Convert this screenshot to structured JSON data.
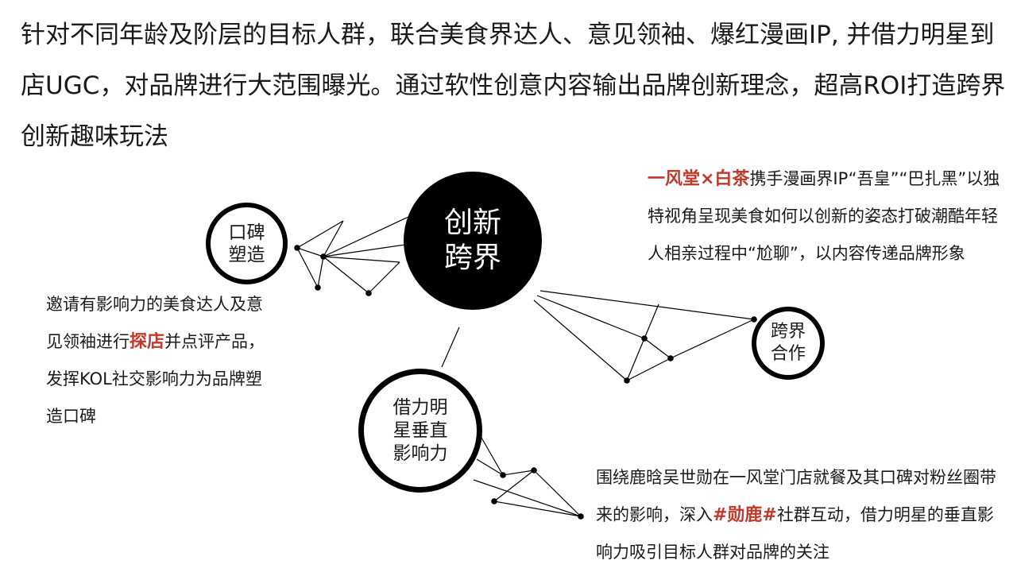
{
  "intro": "针对不同年龄及阶层的目标人群，联合美食界达人、意见领袖、爆红漫画IP, 并借力明星到店UGC，对品牌进行大范围曝光。通过软性创意内容输出品牌创新理念，超高ROI打造跨界创新趣味玩法",
  "center": {
    "line1": "创新",
    "line2": "跨界"
  },
  "word_of_mouth": {
    "line1": "口碑",
    "line2": "塑造",
    "desc_before": "邀请有影响力的美食达人及意见领袖进行",
    "desc_highlight": "探店",
    "desc_after": "并点评产品，发挥KOL社交影响力为品牌塑造口碑"
  },
  "crossover": {
    "line1": "跨界",
    "line2": "合作",
    "desc_highlight": "一风堂×白茶",
    "desc_after": "携手漫画界IP“吾皇”“巴扎黑”以独特视角呈现美食如何以创新的姿态打破潮酷年轻人相亲过程中“尬聊”，以内容传递品牌形象"
  },
  "celebrity": {
    "line1": "借力明",
    "line2": "星垂直",
    "line3": "影响力",
    "desc_before": "围绕鹿晗吴世勋在一风堂门店就餐及其口碑对粉丝圈带来的影响，深入",
    "desc_highlight": "#勋鹿#",
    "desc_after": "社群互动，借力明星的垂直影响力吸引目标人群对品牌的关注"
  },
  "colors": {
    "highlight": "#c0392b",
    "node": "#000000",
    "background": "#ffffff"
  }
}
